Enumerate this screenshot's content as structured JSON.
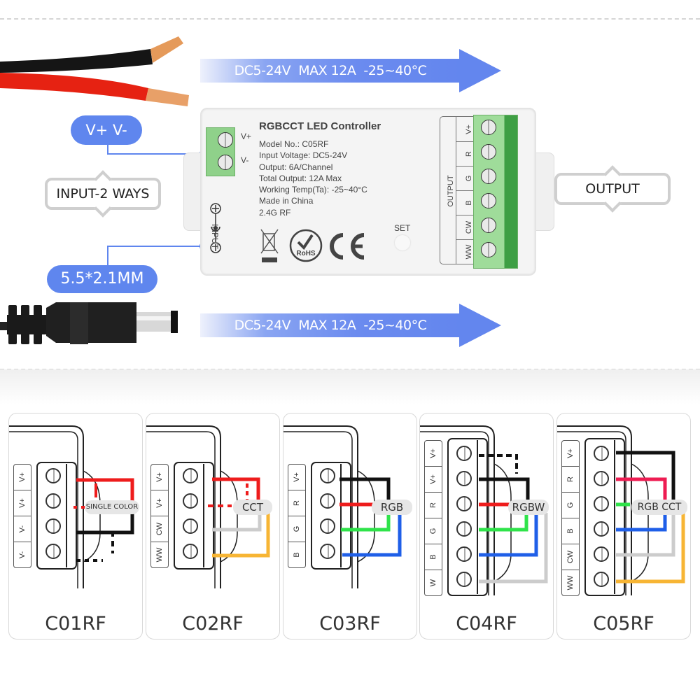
{
  "arrows": {
    "top_text": "DC5-24V  MAX 12A  -25~40°C",
    "bottom_text": "DC5-24V  MAX 12A  -25~40°C",
    "color": "#6386ee"
  },
  "callouts": {
    "vplus_vminus": "V+  V-",
    "input_ways": "INPUT-2 WAYS",
    "dc_jack": "5.5*2.1MM",
    "output": "OUTPUT"
  },
  "controller": {
    "title": "RGBCCT LED Controller",
    "specs": [
      "Model No.: C05RF",
      "Input Voltage: DC5-24V",
      "Output: 6A/Channel",
      "Total Output: 12A Max",
      "Working Temp(Ta): -25~40°C",
      "Made in China",
      "2.4G RF"
    ],
    "input_terminals": [
      "V+",
      "V-"
    ],
    "input_label": "INPUT",
    "plus_symbol": "+",
    "minus_symbol": "−",
    "set_label": "SET",
    "output_label": "OUTPUT",
    "output_terminals": [
      "V+",
      "R",
      "G",
      "B",
      "CW",
      "WW"
    ],
    "certifications": [
      "weee-icon",
      "rohs-icon",
      "ce-icon"
    ],
    "rohs_text": "RoHS",
    "ce_text": "CE"
  },
  "wiring_cards": [
    {
      "model": "C01RF",
      "mode": "SINGLE COLOR",
      "pins": [
        "V+",
        "V+",
        "V-",
        "V-"
      ]
    },
    {
      "model": "C02RF",
      "mode": "CCT",
      "pins": [
        "V+",
        "V+",
        "CW",
        "WW"
      ]
    },
    {
      "model": "C03RF",
      "mode": "RGB",
      "pins": [
        "V+",
        "R",
        "G",
        "B"
      ]
    },
    {
      "model": "C04RF",
      "mode": "RGBW",
      "pins": [
        "V+",
        "V+",
        "R",
        "G",
        "B",
        "W"
      ]
    },
    {
      "model": "C05RF",
      "mode": "RGB CCT",
      "pins": [
        "V+",
        "R",
        "G",
        "B",
        "CW",
        "WW"
      ]
    }
  ],
  "wire_colors": {
    "red": "#ee1c1c",
    "black": "#111111",
    "green": "#2fe34a",
    "blue": "#1f5fe8",
    "gray": "#cccccc",
    "orange": "#f7b534",
    "pink": "#ee1c52"
  }
}
